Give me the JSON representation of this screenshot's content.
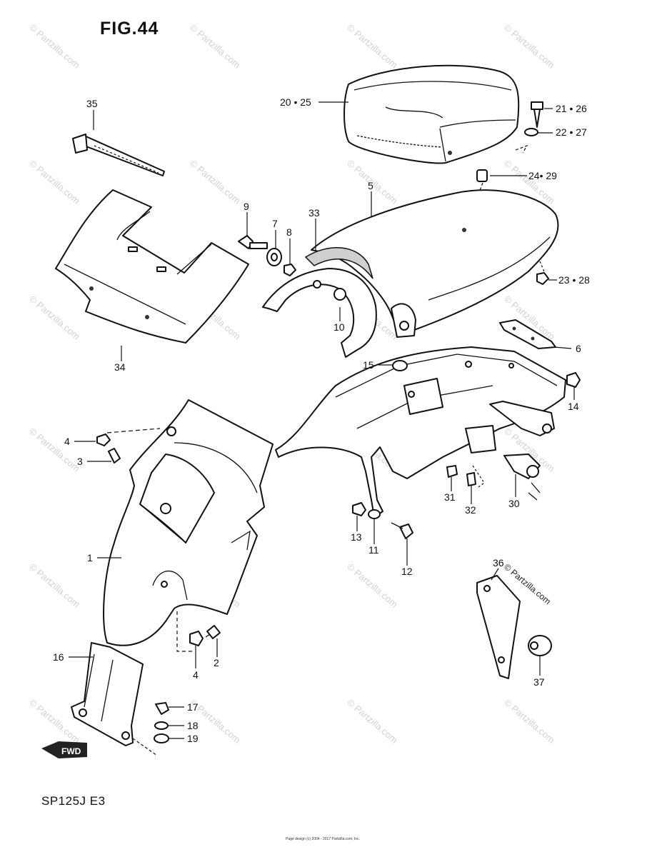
{
  "figure": {
    "title": "FIG.44",
    "model": "SP125J  E3",
    "copyright": "Page design (c) 2004 - 2017 Partzilla.com, Inc.",
    "watermark": "© Partzilla.com"
  },
  "callouts": [
    {
      "id": "c35",
      "label": "35"
    },
    {
      "id": "c2025",
      "label": "20 • 25"
    },
    {
      "id": "c2126",
      "label": "21 • 26"
    },
    {
      "id": "c2227",
      "label": "22 • 27"
    },
    {
      "id": "c2429",
      "label": "24• 29"
    },
    {
      "id": "c5",
      "label": "5"
    },
    {
      "id": "c9",
      "label": "9"
    },
    {
      "id": "c7",
      "label": "7"
    },
    {
      "id": "c8",
      "label": "8"
    },
    {
      "id": "c33",
      "label": "33"
    },
    {
      "id": "c2328",
      "label": "23 • 28"
    },
    {
      "id": "c10",
      "label": "10"
    },
    {
      "id": "c6",
      "label": "6"
    },
    {
      "id": "c34",
      "label": "34"
    },
    {
      "id": "c15",
      "label": "15"
    },
    {
      "id": "c14",
      "label": "14"
    },
    {
      "id": "c4a",
      "label": "4"
    },
    {
      "id": "c3",
      "label": "3"
    },
    {
      "id": "c31",
      "label": "31"
    },
    {
      "id": "c32",
      "label": "32"
    },
    {
      "id": "c30",
      "label": "30"
    },
    {
      "id": "c13",
      "label": "13"
    },
    {
      "id": "c11",
      "label": "11"
    },
    {
      "id": "c12",
      "label": "12"
    },
    {
      "id": "c1",
      "label": "1"
    },
    {
      "id": "c36",
      "label": "36"
    },
    {
      "id": "c37",
      "label": "37"
    },
    {
      "id": "c2",
      "label": "2"
    },
    {
      "id": "c4b",
      "label": "4"
    },
    {
      "id": "c16",
      "label": "16"
    },
    {
      "id": "c17",
      "label": "17"
    },
    {
      "id": "c18",
      "label": "18"
    },
    {
      "id": "c19",
      "label": "19"
    }
  ],
  "fwd_label": "FWD"
}
